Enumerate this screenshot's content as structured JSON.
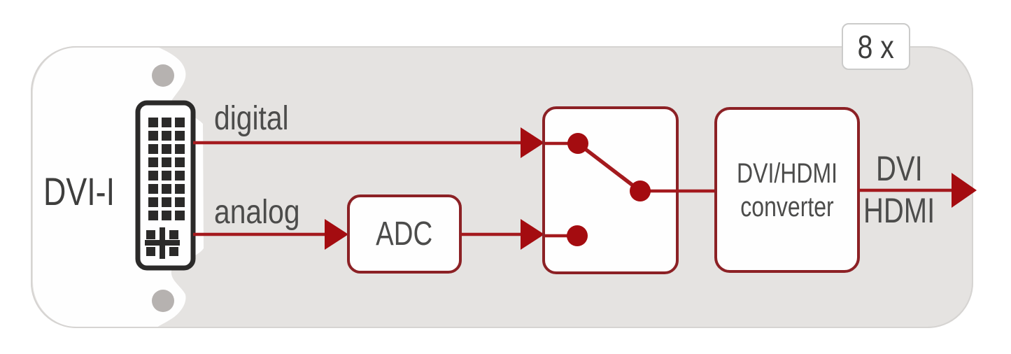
{
  "badge": {
    "label": "8 x"
  },
  "connector": {
    "label": "DVI-I"
  },
  "paths": {
    "digital": "digital",
    "analog": "analog"
  },
  "blocks": {
    "adc": "ADC",
    "converter_line1": "DVI/HDMI",
    "converter_line2": "converter"
  },
  "output": {
    "line1": "DVI",
    "line2": "HDMI"
  },
  "colors": {
    "panel_gray": "#e5e3e1",
    "card_border": "#d6d4d2",
    "screw_gray": "#b6b2b0",
    "connector_dark": "#2b2a29",
    "line_red": "#a41a1e",
    "arrow_red": "#a40c10",
    "border_red": "#8c2125",
    "text_gray": "#4c4c4b",
    "text_dark": "#3e3e3d",
    "badge_border": "#cbcbca"
  }
}
